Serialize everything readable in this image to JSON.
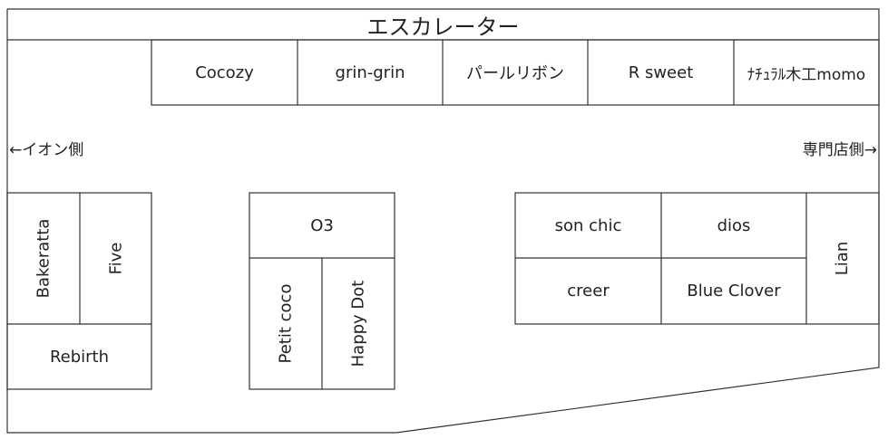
{
  "title": "エスカレーター",
  "directions": {
    "left": "←イオン側",
    "right": "専門店側→"
  },
  "shops": {
    "top_row": [
      "Cocozy",
      "grin-grin",
      "パールリボン",
      "R sweet",
      "ﾅﾁｭﾗﾙ木工momo"
    ],
    "left_block": {
      "bakeratta": "Bakeratta",
      "five": "Five",
      "rebirth": "Rebirth"
    },
    "center_block": {
      "o3": "O3",
      "petit_coco": "Petit coco",
      "happy_dot": "Happy Dot"
    },
    "right_block": {
      "son_chic": "son chic",
      "dios": "dios",
      "creer": "creer",
      "blue_clover": "Blue Clover",
      "lian": "Lian"
    }
  },
  "colors": {
    "line": "#333333",
    "text": "#222222"
  }
}
